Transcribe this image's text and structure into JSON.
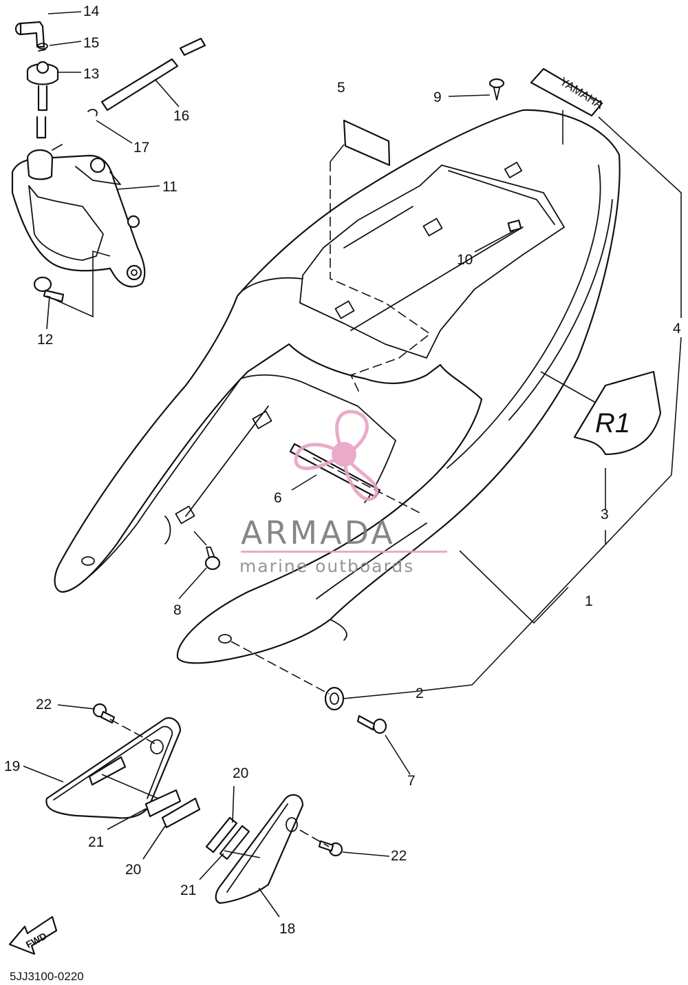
{
  "diagram": {
    "callouts": [
      {
        "id": "c1",
        "label": "1"
      },
      {
        "id": "c2",
        "label": "2"
      },
      {
        "id": "c3",
        "label": "3"
      },
      {
        "id": "c4",
        "label": "4"
      },
      {
        "id": "c5",
        "label": "5"
      },
      {
        "id": "c6",
        "label": "6"
      },
      {
        "id": "c7",
        "label": "7"
      },
      {
        "id": "c8",
        "label": "8"
      },
      {
        "id": "c9",
        "label": "9"
      },
      {
        "id": "c10",
        "label": "10"
      },
      {
        "id": "c11",
        "label": "11"
      },
      {
        "id": "c12",
        "label": "12"
      },
      {
        "id": "c13",
        "label": "13"
      },
      {
        "id": "c14",
        "label": "14"
      },
      {
        "id": "c15",
        "label": "15"
      },
      {
        "id": "c16",
        "label": "16"
      },
      {
        "id": "c17",
        "label": "17"
      },
      {
        "id": "c18",
        "label": "18"
      },
      {
        "id": "c19",
        "label": "19"
      },
      {
        "id": "c20a",
        "label": "20"
      },
      {
        "id": "c20b",
        "label": "20"
      },
      {
        "id": "c21a",
        "label": "21"
      },
      {
        "id": "c21b",
        "label": "21"
      },
      {
        "id": "c22a",
        "label": "22"
      },
      {
        "id": "c22b",
        "label": "22"
      }
    ],
    "diagram_code": "5JJ3100-0220",
    "fwd_label": "FWD",
    "decal_brand": "YAMAHA",
    "decal_model": "R1"
  },
  "watermark": {
    "title": "ARMADA",
    "subtitle": "marine outboards",
    "logo_color": "#e8a2c4",
    "text_color": "#7a7a7a"
  }
}
